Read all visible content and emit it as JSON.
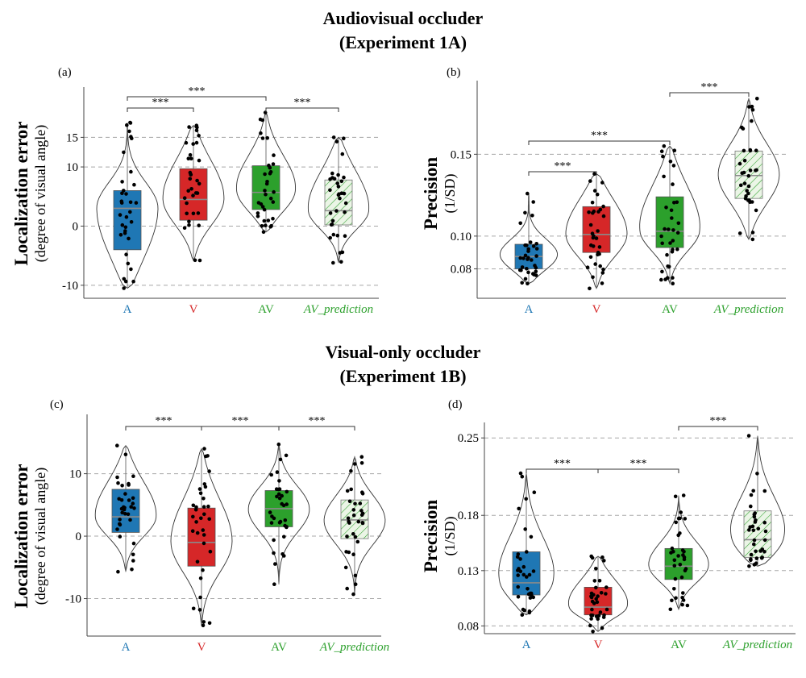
{
  "sections": [
    {
      "title_line1": "Audiovisual occluder",
      "title_line2": "(Experiment 1A)"
    },
    {
      "title_line1": "Visual-only occluder",
      "title_line2": "(Experiment 1B)"
    }
  ],
  "category_colors": {
    "A": "#1f77b4",
    "V": "#d62728",
    "AV": "#2ca02c",
    "AV_prediction": "#2ca02c"
  },
  "chart_data": [
    {
      "panel": "(a)",
      "type": "box-violin",
      "ylabel_main": "Localization error",
      "ylabel_sub": "(degree of visual angle)",
      "categories": [
        "A",
        "V",
        "AV",
        "AV_prediction"
      ],
      "ylim": [
        -12.2,
        23.5
      ],
      "yticks": [
        -10,
        0,
        10,
        15
      ],
      "gridlines": [
        -10,
        0,
        10,
        15
      ],
      "boxes": [
        {
          "q1": -4.0,
          "median": 3.0,
          "q3": 6.0,
          "min": -10.5,
          "max": 17.5
        },
        {
          "q1": 1.0,
          "median": 4.5,
          "q3": 9.7,
          "min": -5.8,
          "max": 17.0
        },
        {
          "q1": 2.8,
          "median": 5.7,
          "q3": 10.2,
          "min": -1.0,
          "max": 19.2
        },
        {
          "q1": 0.2,
          "median": 2.6,
          "q3": 7.8,
          "min": -6.2,
          "max": 15.0
        }
      ],
      "significance": [
        {
          "from": "A",
          "to": "V",
          "label": "***"
        },
        {
          "from": "A",
          "to": "AV",
          "label": "***"
        },
        {
          "from": "AV",
          "to": "AV_prediction",
          "label": "***"
        }
      ]
    },
    {
      "panel": "(b)",
      "type": "box-violin",
      "ylabel_main": "Precision",
      "ylabel_sub": "(1/SD)",
      "categories": [
        "A",
        "V",
        "AV",
        "AV_prediction"
      ],
      "ylim": [
        0.062,
        0.195
      ],
      "yticks": [
        0.08,
        0.1,
        0.15
      ],
      "ytick_labels": [
        "0.08",
        "0.10",
        "0.15"
      ],
      "gridlines": [
        0.08,
        0.1,
        0.15
      ],
      "boxes": [
        {
          "q1": 0.08,
          "median": 0.0875,
          "q3": 0.095,
          "min": 0.071,
          "max": 0.126
        },
        {
          "q1": 0.09,
          "median": 0.101,
          "q3": 0.118,
          "min": 0.068,
          "max": 0.138
        },
        {
          "q1": 0.093,
          "median": 0.103,
          "q3": 0.124,
          "min": 0.071,
          "max": 0.155
        },
        {
          "q1": 0.123,
          "median": 0.137,
          "q3": 0.152,
          "min": 0.098,
          "max": 0.184
        }
      ],
      "significance": [
        {
          "from": "A",
          "to": "V",
          "label": "***"
        },
        {
          "from": "A",
          "to": "AV",
          "label": "***"
        },
        {
          "from": "AV",
          "to": "AV_prediction",
          "label": "***"
        }
      ]
    },
    {
      "panel": "(c)",
      "type": "box-violin",
      "ylabel_main": "Localization error",
      "ylabel_sub": "(degree of visual angle)",
      "categories": [
        "A",
        "V",
        "AV",
        "AV_prediction"
      ],
      "ylim": [
        -16.0,
        19.5
      ],
      "yticks": [
        -10,
        0,
        10
      ],
      "gridlines": [
        -10,
        0,
        10
      ],
      "boxes": [
        {
          "q1": 0.6,
          "median": 3.1,
          "q3": 7.5,
          "min": -5.7,
          "max": 14.5
        },
        {
          "q1": -4.8,
          "median": -1.0,
          "q3": 4.5,
          "min": -14.3,
          "max": 14.0
        },
        {
          "q1": 1.5,
          "median": 4.4,
          "q3": 7.3,
          "min": -7.7,
          "max": 14.7
        },
        {
          "q1": -0.4,
          "median": 2.6,
          "q3": 5.8,
          "min": -9.3,
          "max": 12.7
        }
      ],
      "significance": [
        {
          "from": "A",
          "to": "V",
          "label": "***"
        },
        {
          "from": "V",
          "to": "AV",
          "label": "***"
        },
        {
          "from": "AV",
          "to": "AV_prediction",
          "label": "***"
        }
      ]
    },
    {
      "panel": "(d)",
      "type": "box-violin",
      "ylabel_main": "Precision",
      "ylabel_sub": "(1/SD)",
      "categories": [
        "A",
        "V",
        "AV",
        "AV_prediction"
      ],
      "ylim": [
        0.073,
        0.264
      ],
      "yticks": [
        0.08,
        0.13,
        0.18,
        0.25
      ],
      "ytick_labels": [
        "0.08",
        "0.13",
        "0.18",
        "0.25"
      ],
      "gridlines": [
        0.08,
        0.13,
        0.18,
        0.25
      ],
      "boxes": [
        {
          "q1": 0.108,
          "median": 0.119,
          "q3": 0.147,
          "min": 0.09,
          "max": 0.218
        },
        {
          "q1": 0.09,
          "median": 0.097,
          "q3": 0.115,
          "min": 0.075,
          "max": 0.143
        },
        {
          "q1": 0.122,
          "median": 0.134,
          "q3": 0.15,
          "min": 0.095,
          "max": 0.198
        },
        {
          "q1": 0.142,
          "median": 0.158,
          "q3": 0.184,
          "min": 0.134,
          "max": 0.252
        }
      ],
      "significance": [
        {
          "from": "A",
          "to": "V",
          "label": "***"
        },
        {
          "from": "V",
          "to": "AV",
          "label": "***"
        },
        {
          "from": "AV",
          "to": "AV_prediction",
          "label": "***"
        }
      ]
    }
  ]
}
